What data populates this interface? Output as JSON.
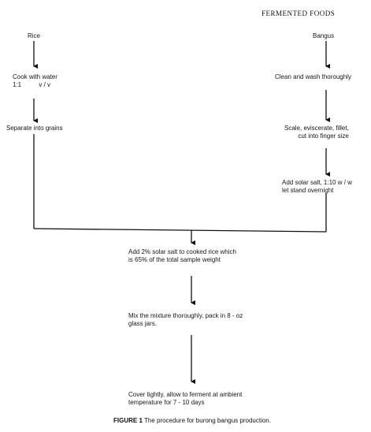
{
  "header": "FERMENTED FOODS",
  "left_column": {
    "start": "Rice",
    "steps": [
      "Cook with water\n1:1          v / v",
      "Separate into grains"
    ]
  },
  "right_column": {
    "start": "Bangus",
    "steps": [
      "Clean and wash thoroughly",
      "Scale, eviscerate, fillet,\ncut into finger size",
      "Add solar salt, 1:10 w / w\nlet stand overnight"
    ]
  },
  "merged_steps": [
    "Add 2% solar salt to cooked rice which\nis 65% of the total sample weight",
    "Mix the mixture thoroughly, pack in 8 - oz\nglass jars.",
    "Cover tightly, allow to ferment at ambient\ntemperature for 7 - 10 days"
  ],
  "caption": {
    "label": "FIGURE 1",
    "text": " The procedure for burong bangus production."
  }
}
